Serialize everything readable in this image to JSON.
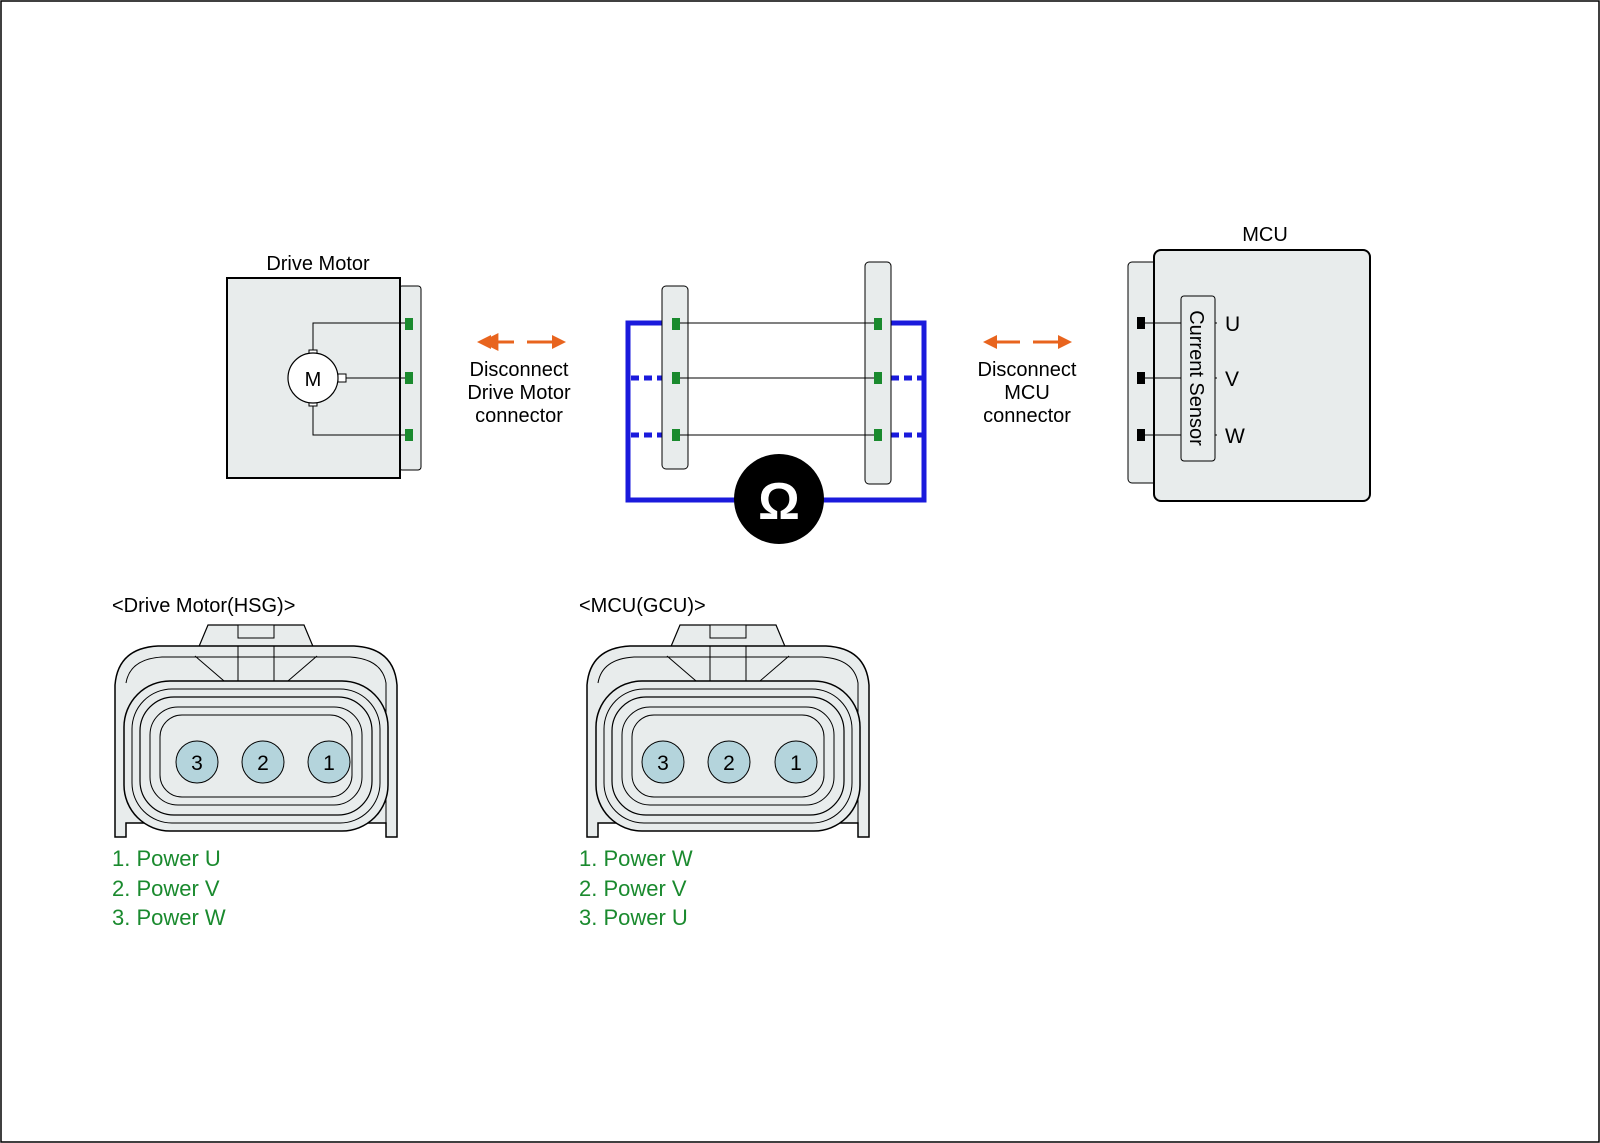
{
  "drive_motor": {
    "title": "Drive Motor",
    "motor_symbol": "M"
  },
  "left_arrow_label": [
    "Disconnect",
    "Drive Motor",
    "connector"
  ],
  "right_arrow_label": [
    "Disconnect",
    "MCU",
    "connector"
  ],
  "ohmmeter_symbol": "Ω",
  "mcu": {
    "title": "MCU",
    "sensor_label": "Current Sensor",
    "phases": [
      "U",
      "V",
      "W"
    ]
  },
  "connector_hsg": {
    "title": "<Drive Motor(HSG)>",
    "pins": [
      "3",
      "2",
      "1"
    ],
    "legend": [
      "1. Power U",
      "2. Power V",
      "3. Power W"
    ]
  },
  "connector_gcu": {
    "title": "<MCU(GCU)>",
    "pins": [
      "3",
      "2",
      "1"
    ],
    "legend": [
      "1. Power W",
      "2. Power V",
      "3. Power U"
    ]
  },
  "colors": {
    "wire_blue": "#1a1adc",
    "arrow_orange": "#e8641e",
    "pin_green": "#1a8a2e",
    "legend_green": "#1a8a2e",
    "pin_fill": "#b4d4dc",
    "panel_fill": "#e8ecec"
  }
}
